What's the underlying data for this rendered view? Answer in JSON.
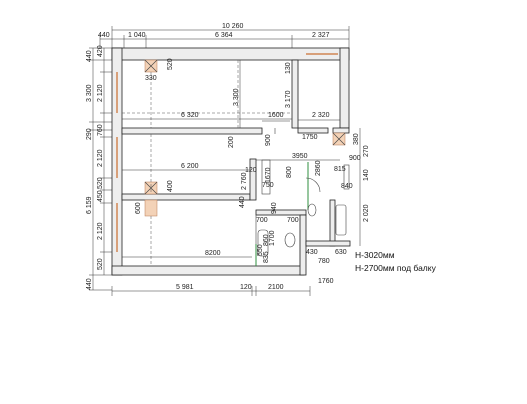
{
  "dimensions": {
    "top_total": "10 260",
    "top_left": "440",
    "top_a": "1 040",
    "top_b": "6 364",
    "top_c": "2 327",
    "bottom_a": "5 981",
    "bottom_b": "120",
    "bottom_c": "2100",
    "bottom_d": "1760",
    "left_outer_1": "440",
    "left_outer_2": "3 300",
    "left_outer_3": "290",
    "left_outer_4": "6 159",
    "left_outer_5": "440",
    "left_inner_1": "420",
    "left_inner_2": "2 120",
    "left_inner_3": "760",
    "left_inner_4": "2 120",
    "left_inner_5": "520",
    "left_inner_6": "450",
    "left_inner_7": "2 120",
    "left_inner_8": "520",
    "right_1": "270",
    "right_2": "140",
    "right_3": "2 020",
    "room_1_width": "6 320",
    "room_1_height": "3 300",
    "room_1_side": "3 170",
    "room_1_col": "330",
    "room_1_col_b": "520",
    "room_1_col_c": "130",
    "room_2_width": "6 200",
    "room_2_right": "2 320",
    "room_2_door": "1600",
    "room_2_d1": "1750",
    "room_2_d2": "380",
    "room_2_h": "2 760",
    "room_2_h2": "200",
    "room_2_h3": "900",
    "corridor_w": "3950",
    "corridor_h": "2860",
    "corridor_a": "120",
    "corridor_b": "1670",
    "corridor_c": "800",
    "corridor_d": "750",
    "corridor_e": "815",
    "corridor_f": "900",
    "corridor_g": "840",
    "room_3_col": "400",
    "room_3_left": "600",
    "room_3_wall": "440",
    "room_3_width": "8200",
    "bath_a": "700",
    "bath_b": "940",
    "bath_c": "700",
    "bath_d": "1700",
    "bath_e": "860",
    "bath_f": "550",
    "bath_g": "835",
    "bath_h": "430",
    "bath_i": "780",
    "bath_j": "630"
  },
  "notes": {
    "height_main": "Н-3020мм",
    "height_beam": "Н-2700мм под балку"
  },
  "colors": {
    "column": "#f3d2b7",
    "window": "#d8a07a",
    "accent": "#2f8f3f"
  }
}
